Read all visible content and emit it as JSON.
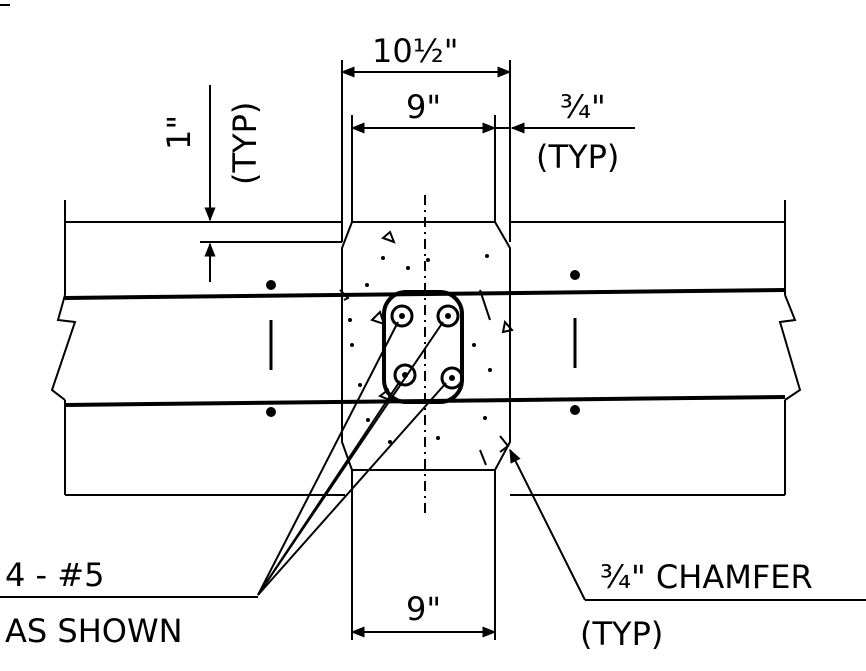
{
  "dimensions": {
    "overall_width": "10½\"",
    "top_width": "9\"",
    "bottom_width": "9\"",
    "cover": "¾\"",
    "cover_note": "(TYP)",
    "slab_recess": "1\"",
    "slab_recess_note": "(TYP)"
  },
  "callouts": {
    "rebar_count": "4 - #5",
    "rebar_note": "AS SHOWN",
    "chamfer": "¾\" CHAMFER",
    "chamfer_note": "(TYP)"
  }
}
